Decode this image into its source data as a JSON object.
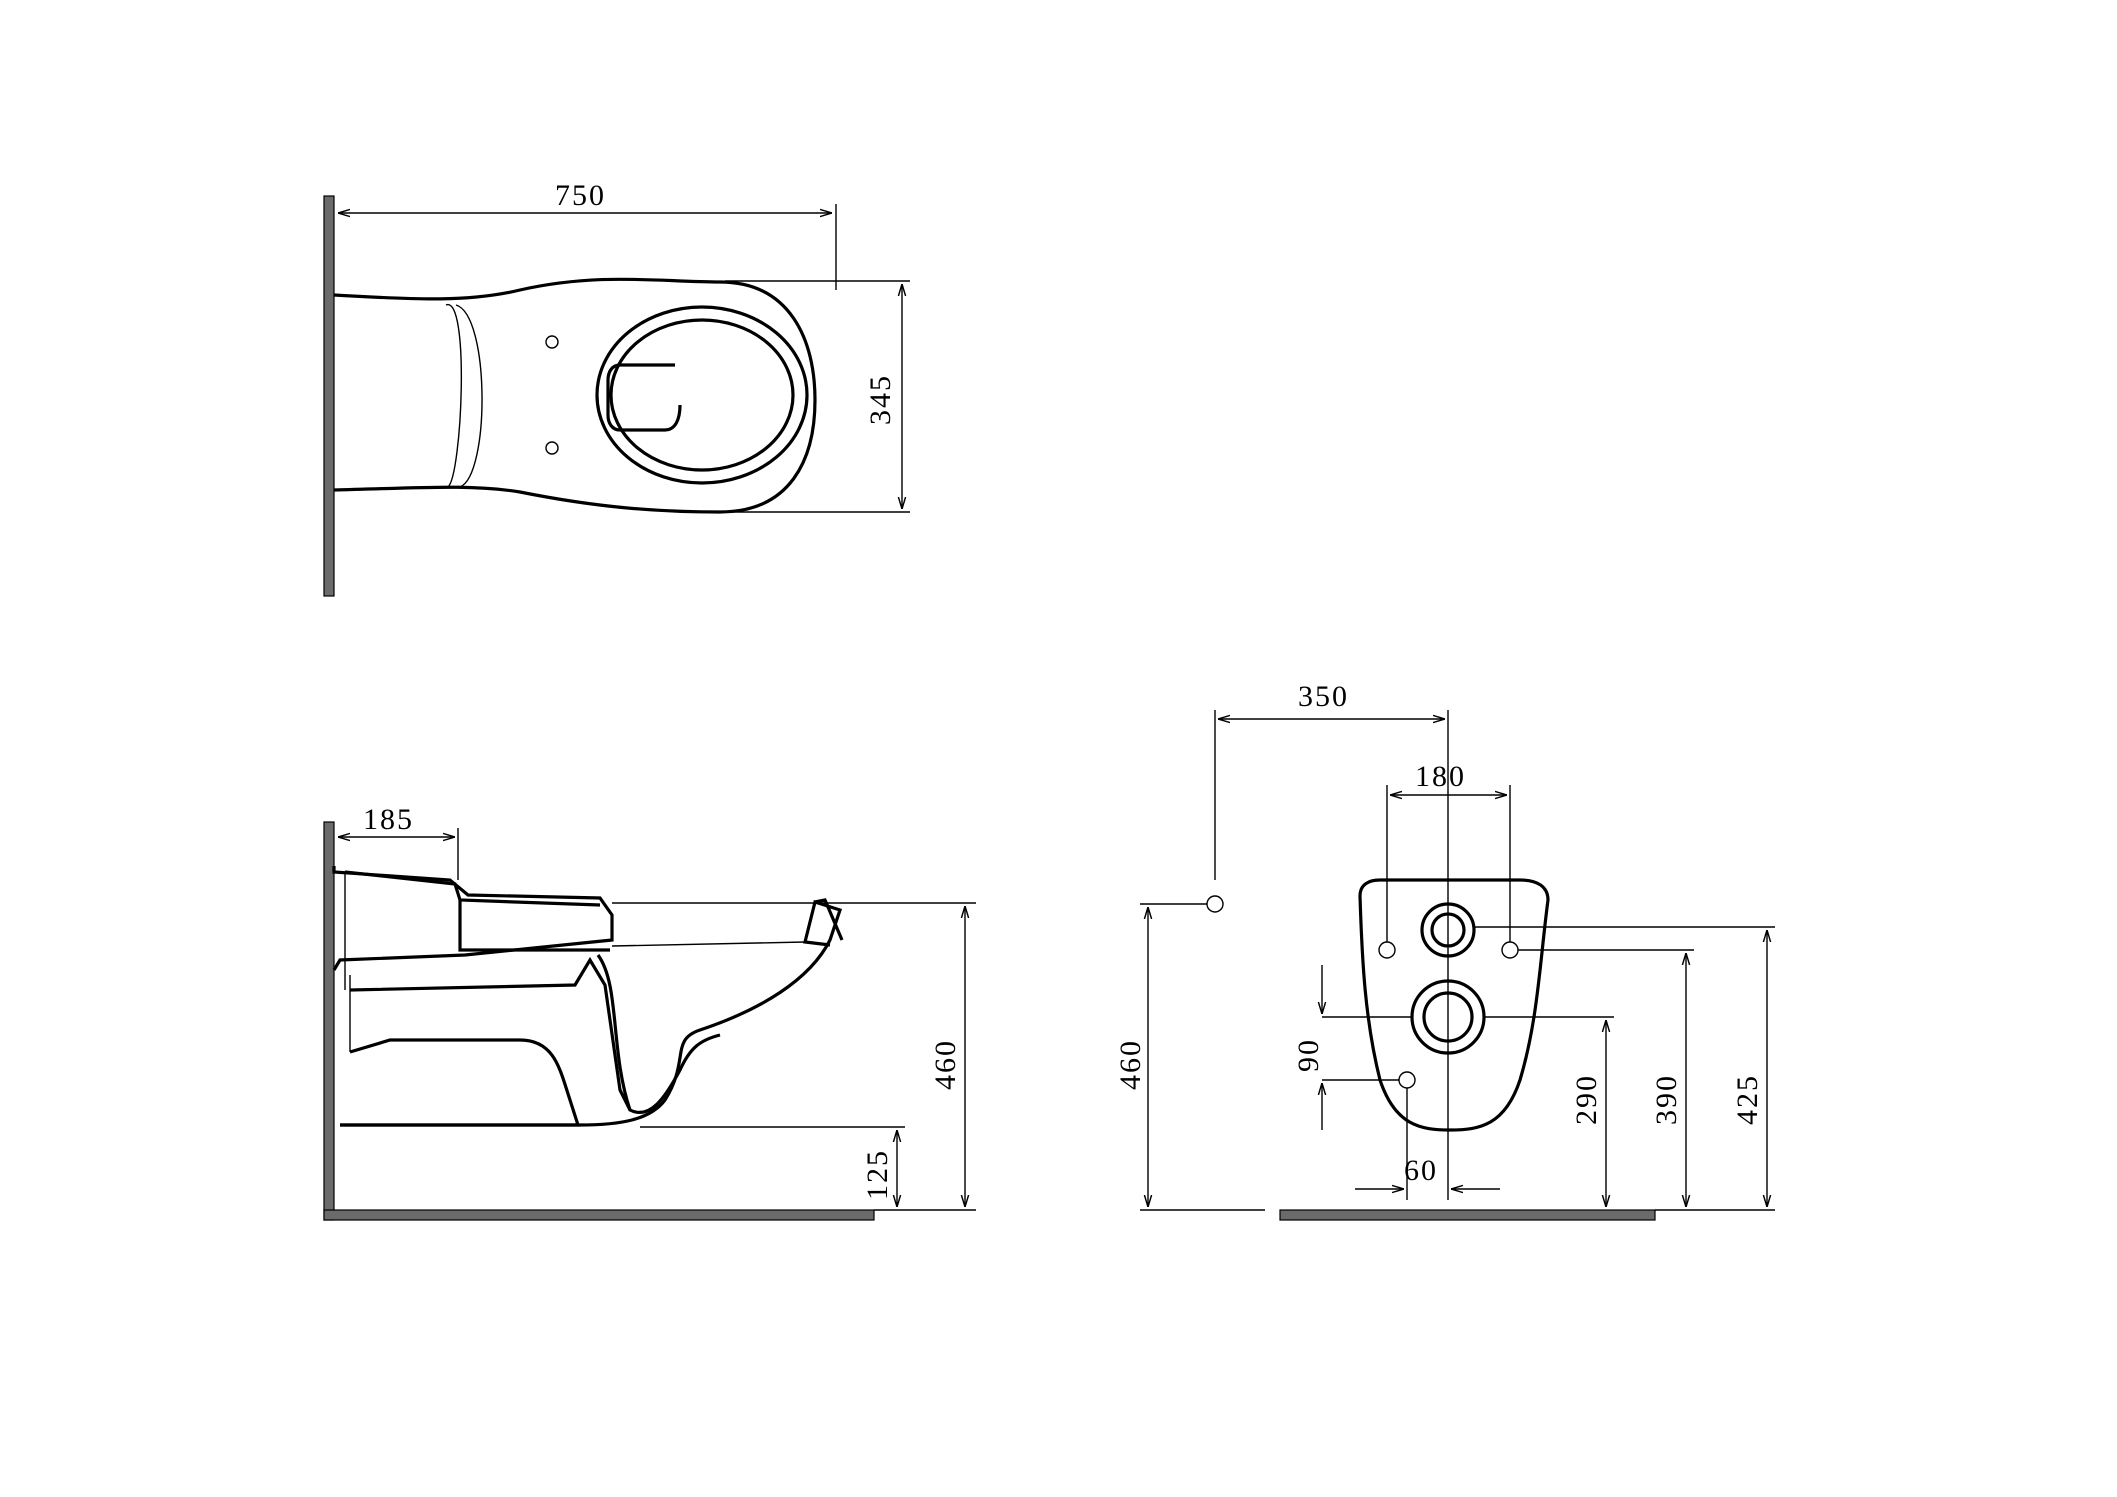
{
  "top_view": {
    "length": "750",
    "width": "345"
  },
  "side_view": {
    "wall_offset": "185",
    "height": "460",
    "bottom_height": "125"
  },
  "back_view": {
    "center_offset": "350",
    "bolt_spacing": "180",
    "height": "460",
    "waste_spacing": "90",
    "low_bolt_offset": "60",
    "waste_height": "290",
    "bolt_height": "390",
    "top_height": "425"
  }
}
